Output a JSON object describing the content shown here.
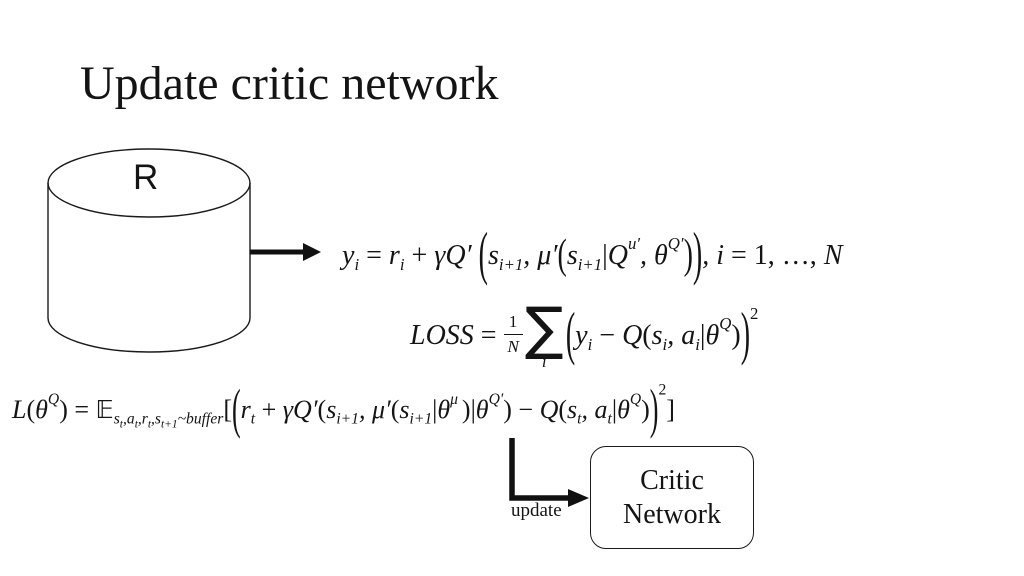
{
  "slide": {
    "title": "Update critic network",
    "buffer_label": "R",
    "update_label": "update",
    "critic_box": {
      "line1": "Critic",
      "line2": "Network"
    },
    "colors": {
      "ink": "#141414",
      "line": "#1a1a1a",
      "background": "#ffffff"
    }
  },
  "icons": {
    "cylinder": "replay-buffer-cylinder",
    "arrow_right": "data-flow-arrow",
    "arrow_elbow": "update-arrow"
  },
  "equations": {
    "eq1": {
      "plain": "y_i = r_i + γQ′(s_{i+1}, μ′(s_{i+1}|Q^{u′}, θ^{Q′})), i = 1, …, N",
      "tokens": [
        {
          "k": "it",
          "x": "y"
        },
        {
          "k": "sub",
          "x": "i"
        },
        {
          "k": "up",
          "x": " = "
        },
        {
          "k": "it",
          "x": "r"
        },
        {
          "k": "sub",
          "x": "i"
        },
        {
          "k": "up",
          "x": " + "
        },
        {
          "k": "it",
          "x": "γQ′ "
        },
        {
          "k": "bp",
          "x": "("
        },
        {
          "k": "it",
          "x": "s"
        },
        {
          "k": "sub",
          "x": "i+1"
        },
        {
          "k": "it",
          "x": ", μ′"
        },
        {
          "k": "mp",
          "x": "("
        },
        {
          "k": "it",
          "x": "s"
        },
        {
          "k": "sub",
          "x": "i+1"
        },
        {
          "k": "up",
          "x": "|"
        },
        {
          "k": "it",
          "x": "Q"
        },
        {
          "k": "sup",
          "x": "u′"
        },
        {
          "k": "it",
          "x": ", θ"
        },
        {
          "k": "sup",
          "x": "Q′"
        },
        {
          "k": "mp",
          "x": ")"
        },
        {
          "k": "bp",
          "x": ")"
        },
        {
          "k": "it",
          "x": ", i"
        },
        {
          "k": "up",
          "x": " = 1, …, "
        },
        {
          "k": "it",
          "x": "N"
        }
      ]
    },
    "eq2": {
      "plain": "LOSS = (1/N) Σ_i ( y_i − Q(s_i, a_i|θ^Q) )²",
      "sum_glyph": "∑",
      "tokens": [
        {
          "k": "it",
          "x": "LOSS"
        },
        {
          "k": "up",
          "x": " = "
        },
        {
          "k": "frac",
          "num": "1",
          "den": "N"
        },
        {
          "k": "sum",
          "sig": "∑",
          "sub": "i"
        },
        {
          "k": "bp",
          "x": "("
        },
        {
          "k": "it",
          "x": "y"
        },
        {
          "k": "sub",
          "x": "i"
        },
        {
          "k": "up",
          "x": " − "
        },
        {
          "k": "it",
          "x": "Q"
        },
        {
          "k": "up",
          "x": "("
        },
        {
          "k": "it",
          "x": "s"
        },
        {
          "k": "sub",
          "x": "i"
        },
        {
          "k": "it",
          "x": ", a"
        },
        {
          "k": "sub",
          "x": "i"
        },
        {
          "k": "up",
          "x": "|"
        },
        {
          "k": "it",
          "x": "θ"
        },
        {
          "k": "sup",
          "x": "Q"
        },
        {
          "k": "up",
          "x": ")"
        },
        {
          "k": "bp",
          "x": ")"
        },
        {
          "k": "supb",
          "x": "2"
        }
      ]
    },
    "eq3": {
      "plain": "L(θ^Q) = 𝔼_{s_t,a_t,r_t,s_{t+1}~buffer}[(r_t + γQ′(s_{i+1}, μ′(s_{i+1}|θ^μ )|θ^{Q′}) − Q(s_t, a_t|θ^Q))²]",
      "tokens": [
        {
          "k": "it",
          "x": "L"
        },
        {
          "k": "up",
          "x": "("
        },
        {
          "k": "it",
          "x": "θ"
        },
        {
          "k": "sup",
          "x": "Q"
        },
        {
          "k": "up",
          "x": ") = "
        },
        {
          "k": "dsE",
          "x": "𝔼"
        },
        {
          "k": "sub",
          "x": "s"
        },
        {
          "k": "sub2",
          "x": "t"
        },
        {
          "k": "sub",
          "x": ",a"
        },
        {
          "k": "sub2",
          "x": "t"
        },
        {
          "k": "sub",
          "x": ",r"
        },
        {
          "k": "sub2",
          "x": "t"
        },
        {
          "k": "sub",
          "x": ",s"
        },
        {
          "k": "sub2",
          "x": "t+1"
        },
        {
          "k": "sub",
          "x": "~buffer"
        },
        {
          "k": "up",
          "x": "["
        },
        {
          "k": "bp",
          "x": "("
        },
        {
          "k": "it",
          "x": "r"
        },
        {
          "k": "sub",
          "x": "t"
        },
        {
          "k": "up",
          "x": " + "
        },
        {
          "k": "it",
          "x": "γQ′"
        },
        {
          "k": "up",
          "x": "("
        },
        {
          "k": "it",
          "x": "s"
        },
        {
          "k": "sub",
          "x": "i+1"
        },
        {
          "k": "it",
          "x": ", μ′"
        },
        {
          "k": "up",
          "x": "("
        },
        {
          "k": "it",
          "x": "s"
        },
        {
          "k": "sub",
          "x": "i+1"
        },
        {
          "k": "up",
          "x": "|"
        },
        {
          "k": "it",
          "x": "θ"
        },
        {
          "k": "sup",
          "x": "μ "
        },
        {
          "k": "up",
          "x": ")|"
        },
        {
          "k": "it",
          "x": "θ"
        },
        {
          "k": "sup",
          "x": "Q′"
        },
        {
          "k": "up",
          "x": ") − "
        },
        {
          "k": "it",
          "x": "Q"
        },
        {
          "k": "up",
          "x": "("
        },
        {
          "k": "it",
          "x": "s"
        },
        {
          "k": "sub",
          "x": "t"
        },
        {
          "k": "it",
          "x": ", a"
        },
        {
          "k": "sub",
          "x": "t"
        },
        {
          "k": "up",
          "x": "|"
        },
        {
          "k": "it",
          "x": "θ"
        },
        {
          "k": "sup",
          "x": "Q"
        },
        {
          "k": "up",
          "x": ")"
        },
        {
          "k": "bp",
          "x": ")"
        },
        {
          "k": "supb",
          "x": "2"
        },
        {
          "k": "up",
          "x": "]"
        }
      ]
    }
  }
}
